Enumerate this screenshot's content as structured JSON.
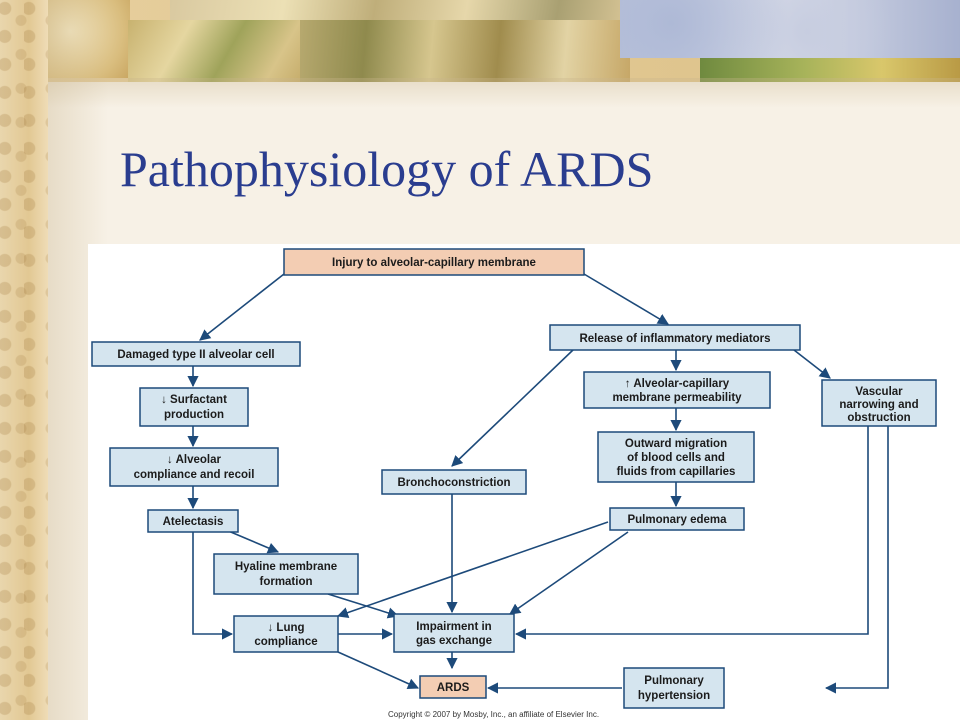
{
  "slide": {
    "title": "Pathophysiology of ARDS"
  },
  "diagram": {
    "nodes": {
      "injury": "Injury to alveolar-capillary membrane",
      "damaged_type2": "Damaged type II alveolar cell",
      "release_mediators": "Release of inflammatory mediators",
      "surfactant": [
        "↓ Surfactant",
        "production"
      ],
      "permeability": [
        "↑ Alveolar-capillary",
        "membrane permeability"
      ],
      "vascular": [
        "Vascular",
        "narrowing and",
        "obstruction"
      ],
      "alveolar_compliance": [
        "↓ Alveolar",
        "compliance and recoil"
      ],
      "outward_migration": [
        "Outward migration",
        "of blood cells and",
        "fluids from capillaries"
      ],
      "bronchoconstriction": "Bronchoconstriction",
      "atelectasis": "Atelectasis",
      "pulmonary_edema": "Pulmonary edema",
      "hyaline": [
        "Hyaline membrane",
        "formation"
      ],
      "lung_compliance": [
        "↓ Lung",
        "compliance"
      ],
      "impairment": [
        "Impairment in",
        "gas exchange"
      ],
      "ards": "ARDS",
      "pulmonary_hypertension": [
        "Pulmonary",
        "hypertension"
      ]
    },
    "copyright": "Copyright © 2007 by Mosby, Inc., an affiliate of Elsevier Inc."
  }
}
